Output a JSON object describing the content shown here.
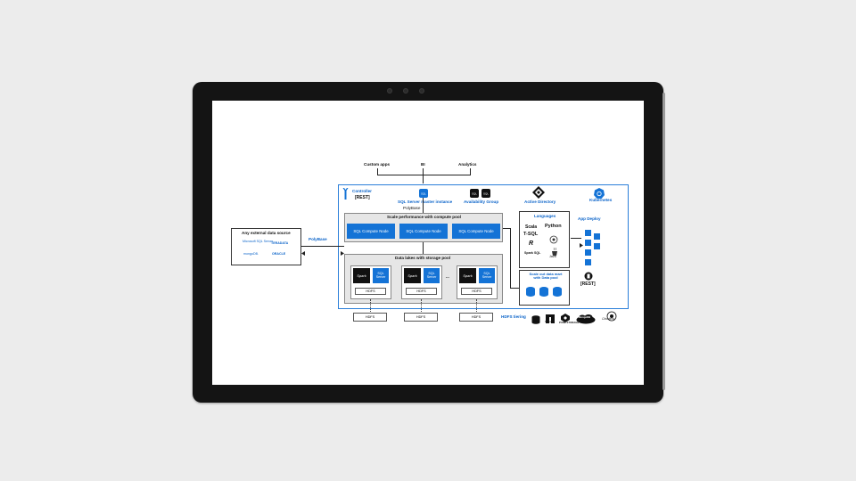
{
  "top_inputs": [
    "Custom apps",
    "BI",
    "Analytics"
  ],
  "controller": {
    "label": "Controller",
    "rest": "[REST]"
  },
  "master": {
    "label": "SQL Server master instance",
    "polybase": "PolyBase"
  },
  "availability_group": "Availability Group",
  "active_directory": "Active Directory",
  "kubernetes": "Kubernetes",
  "external_source": {
    "title": "Any external data source",
    "items": [
      "Microsoft SQL Server",
      "TERADATA",
      "mongoDB.",
      "ORACLE"
    ]
  },
  "polybase_link": "PolyBase",
  "compute_pool": {
    "title": "Scale performance with compute pool",
    "nodes": [
      "SQL Compute Node",
      "SQL Compute Node",
      "SQL Compute Node"
    ]
  },
  "storage_pool": {
    "title": "Data lakes with storage pool",
    "spark": "Spark",
    "sql_server": [
      "SQL",
      "Server"
    ],
    "hdfs": "HDFS",
    "ellipsis": "...",
    "external_hdfs": [
      "HDFS",
      "HDFS",
      "HDFS"
    ]
  },
  "languages": {
    "title": "Languages",
    "items": [
      "Scala",
      "Python",
      "T-SQL",
      "R",
      "Spark SQL",
      "Java"
    ]
  },
  "data_pool": {
    "title": "Scale out data mart with Data pool"
  },
  "app_deploy": {
    "title": "App Deploy",
    "rest": "[REST]"
  },
  "hdfs_tiering": {
    "label": "HDFS tiering",
    "vendors": [
      "NetApp",
      "PURE STORAGE",
      "MongoDB",
      "Cloudera"
    ]
  },
  "colors": {
    "accent": "#1473d6",
    "frame": "#2a7fd9",
    "device": "#141414"
  }
}
